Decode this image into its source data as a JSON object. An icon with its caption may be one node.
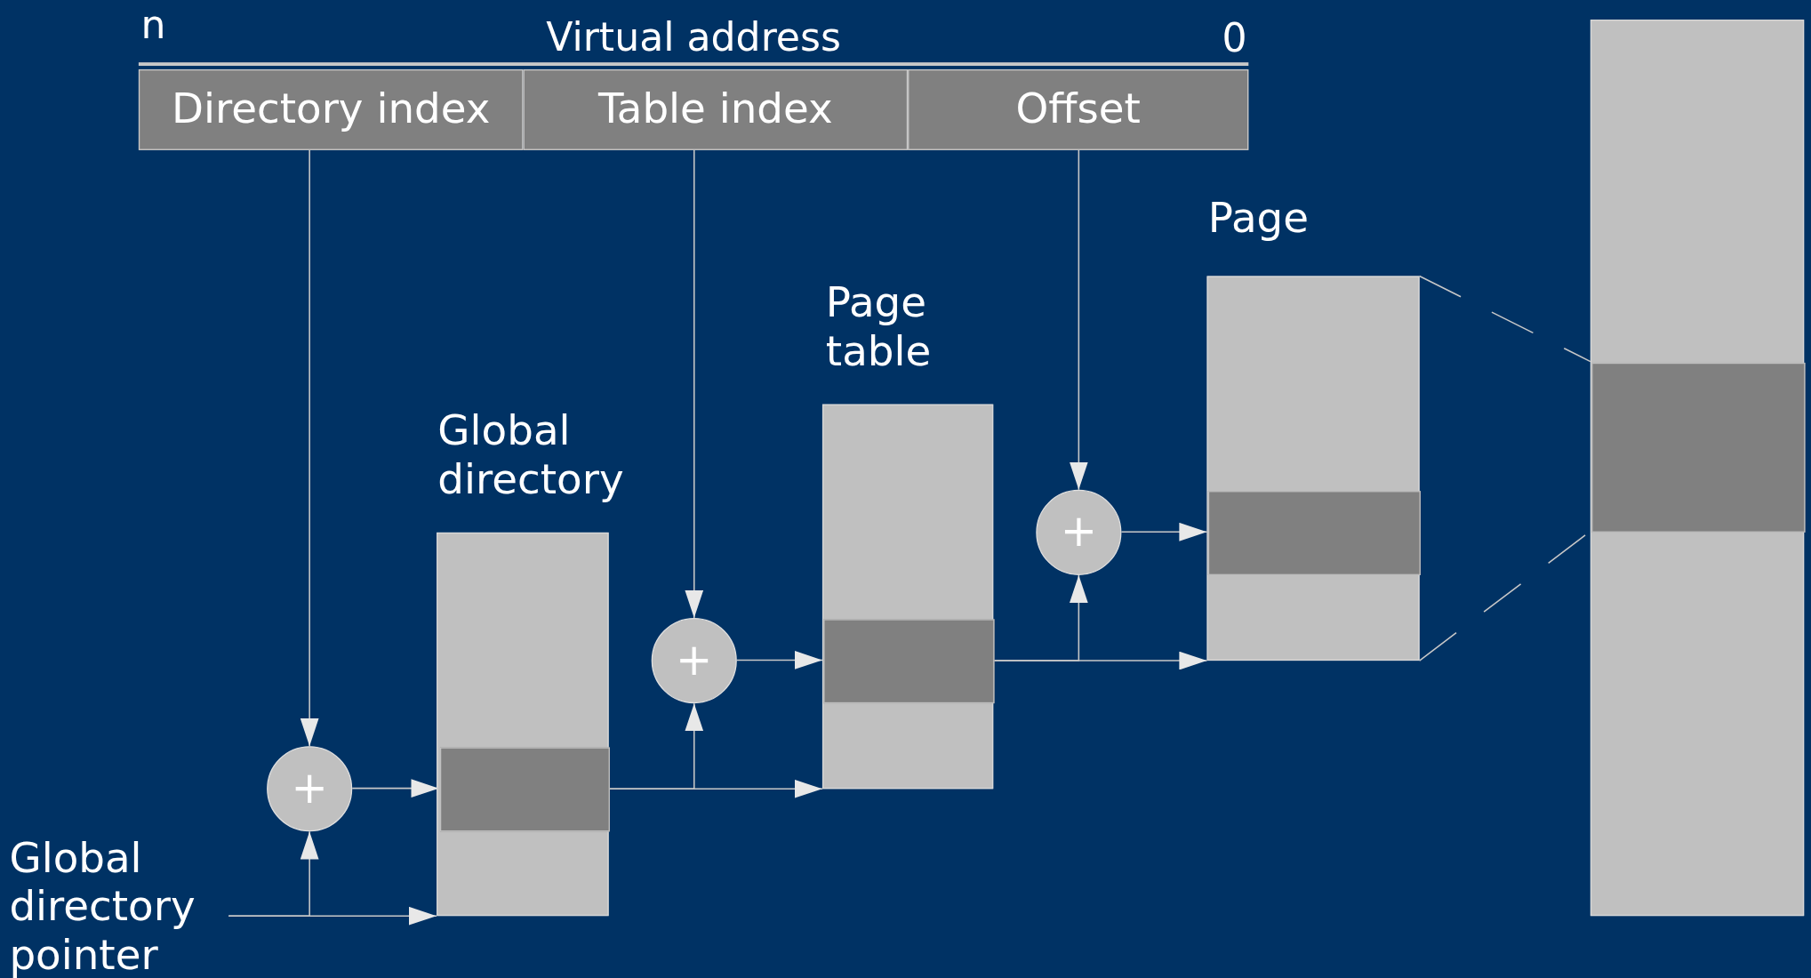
{
  "diagram": {
    "nodes": [
      {
        "text": [
          "Virtual address"
        ]
      },
      {
        "text": [
          "Directory index"
        ],
        "in": 0
      },
      {
        "text": [
          "Table index"
        ],
        "in": 0
      },
      {
        "text": [
          "Offset"
        ],
        "in": 0
      },
      {
        "text": [
          "Global directory pointer"
        ]
      },
      {
        "text": [
          "+"
        ]
      },
      {
        "text": [
          "Global directory"
        ]
      },
      {
        "text": [],
        "shape": "box",
        "in": 6
      },
      {
        "text": [
          "+"
        ]
      },
      {
        "text": [
          "Page table"
        ]
      },
      {
        "text": [],
        "shape": "box",
        "in": 9
      },
      {
        "text": [
          "+"
        ]
      },
      {
        "text": [
          "Page"
        ]
      },
      {
        "text": [],
        "shape": "box",
        "in": 12
      },
      {
        "text": [],
        "shape": "bar"
      },
      {
        "text": [],
        "shape": "box",
        "in": 14
      }
    ],
    "edges": [
      {
        "from": 1,
        "to": 5,
        "arrow": "to"
      },
      {
        "from": 4,
        "to": 5,
        "arrow": "to"
      },
      {
        "from": 4,
        "to": 6,
        "arrow": "to"
      },
      {
        "from": 5,
        "to": 7,
        "arrow": "to"
      },
      {
        "from": 2,
        "to": 8,
        "arrow": "to"
      },
      {
        "from": 7,
        "to": 8,
        "arrow": "to"
      },
      {
        "from": 7,
        "to": 9,
        "arrow": "to"
      },
      {
        "from": 8,
        "to": 10,
        "arrow": "to"
      },
      {
        "from": 3,
        "to": 11,
        "arrow": "to"
      },
      {
        "from": 10,
        "to": 11,
        "arrow": "to"
      },
      {
        "from": 10,
        "to": 12,
        "arrow": "to"
      },
      {
        "from": 11,
        "to": 13,
        "arrow": "to"
      },
      {
        "from": 12,
        "to": 15,
        "arrow": "none",
        "style": "dashed"
      },
      {
        "from": 12,
        "to": 15,
        "arrow": "none",
        "style": "dashed"
      }
    ],
    "labels": [
      "n",
      "0"
    ]
  }
}
